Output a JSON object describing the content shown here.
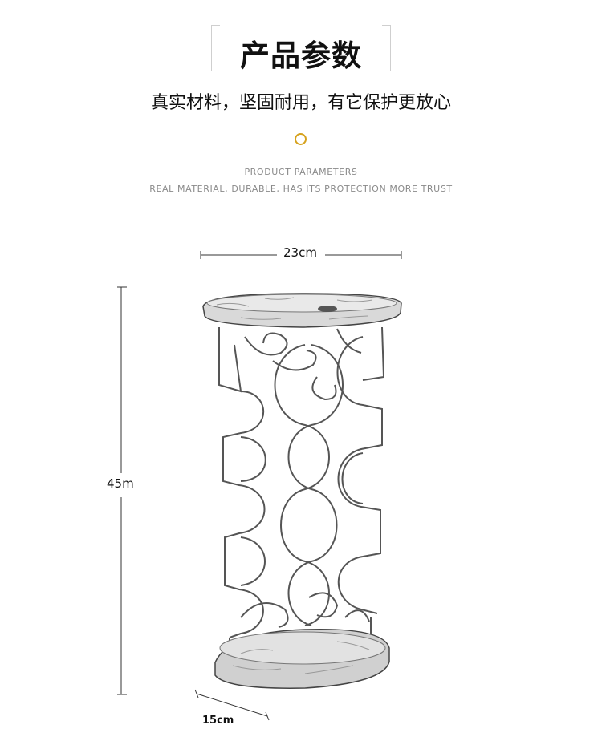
{
  "header": {
    "title": "产品参数",
    "subtitle": "真实材料，坚固耐用，有它保护更放心",
    "en_line1": "PRODUCT PARAMETERS",
    "en_line2": "REAL MATERIAL, DURABLE, HAS ITS PROTECTION MORE TRUST",
    "accent_color": "#d6a21e"
  },
  "dimensions": {
    "width": "23cm",
    "height": "45m",
    "depth": "15cm"
  },
  "product": {
    "image_name": "wine-rack-sketch"
  }
}
